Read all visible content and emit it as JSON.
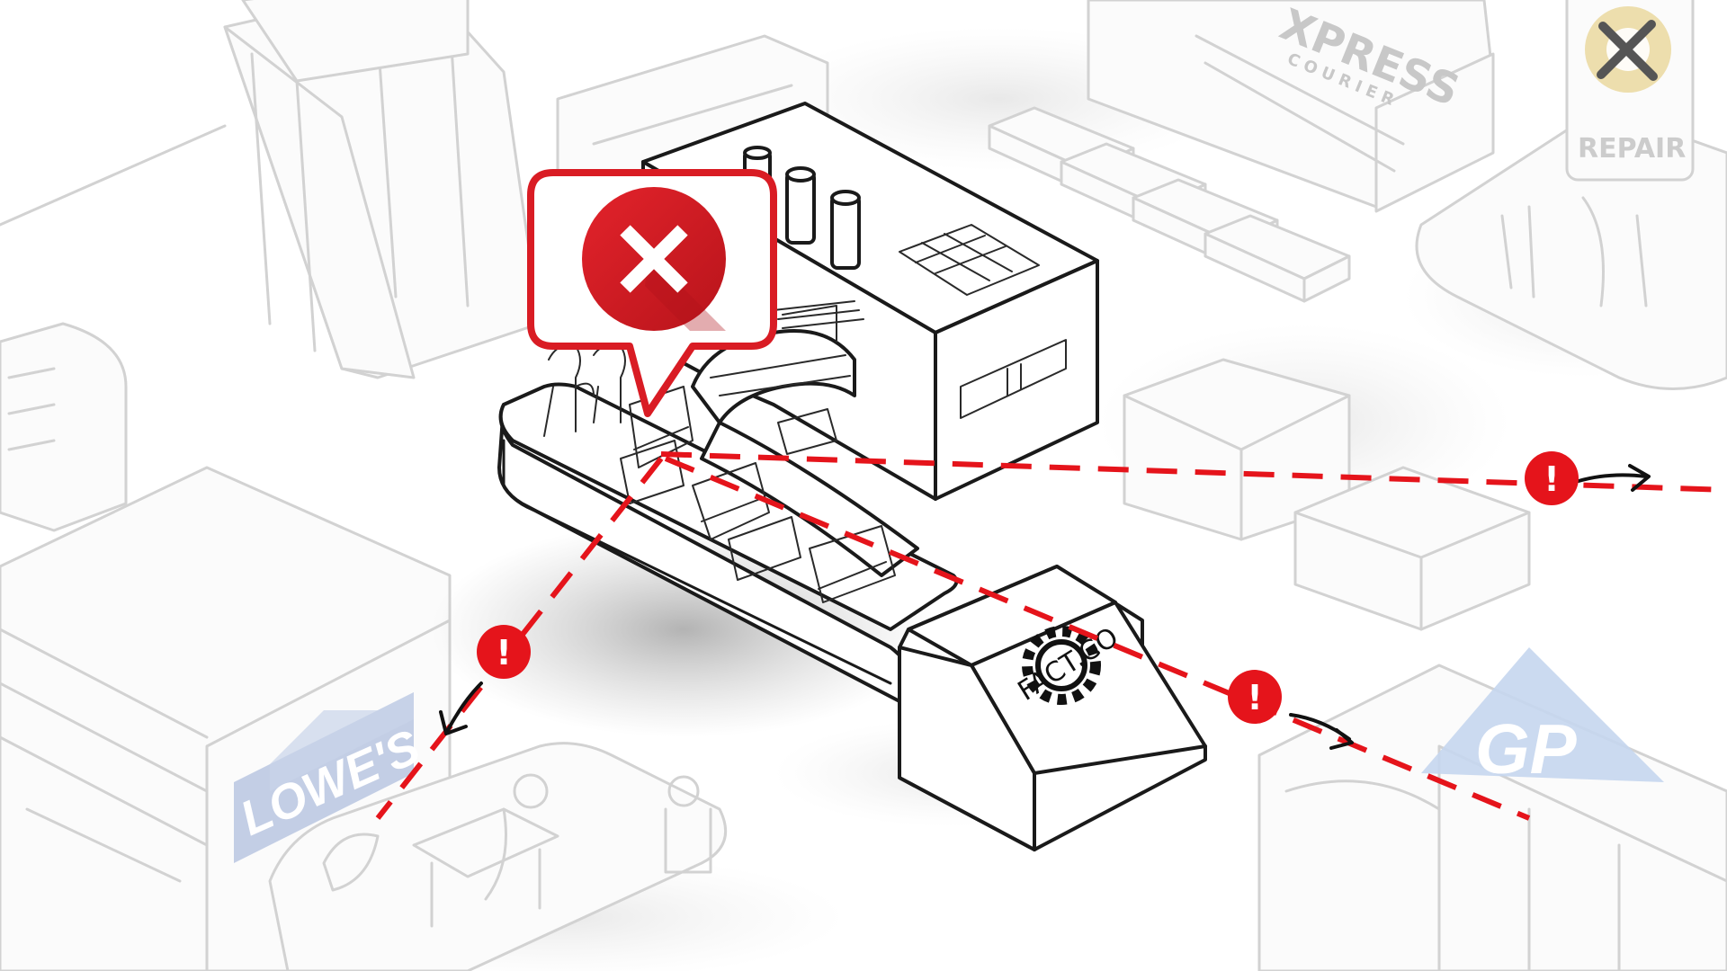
{
  "labels": {
    "lowes": "LOWE'S",
    "gp": "GP",
    "express": "XPRESS",
    "courier": "COURIER",
    "repair": "REPAIR",
    "factory": "FACT.CO",
    "warning_mark": "!"
  },
  "icons": {
    "error_bubble": "close-icon",
    "warning": "exclamation-icon",
    "repair": "wrench-gear-icon",
    "factory": "gear-icon"
  },
  "colors": {
    "alert_red": "#e5141b",
    "error_red": "#d91c24",
    "lowes_blue": "#b9c6e0",
    "gp_blue": "#c5d6ee",
    "repair_gold": "#ead79a",
    "faint_outline": "#d2d2d2",
    "ink": "#1a1a1a"
  }
}
